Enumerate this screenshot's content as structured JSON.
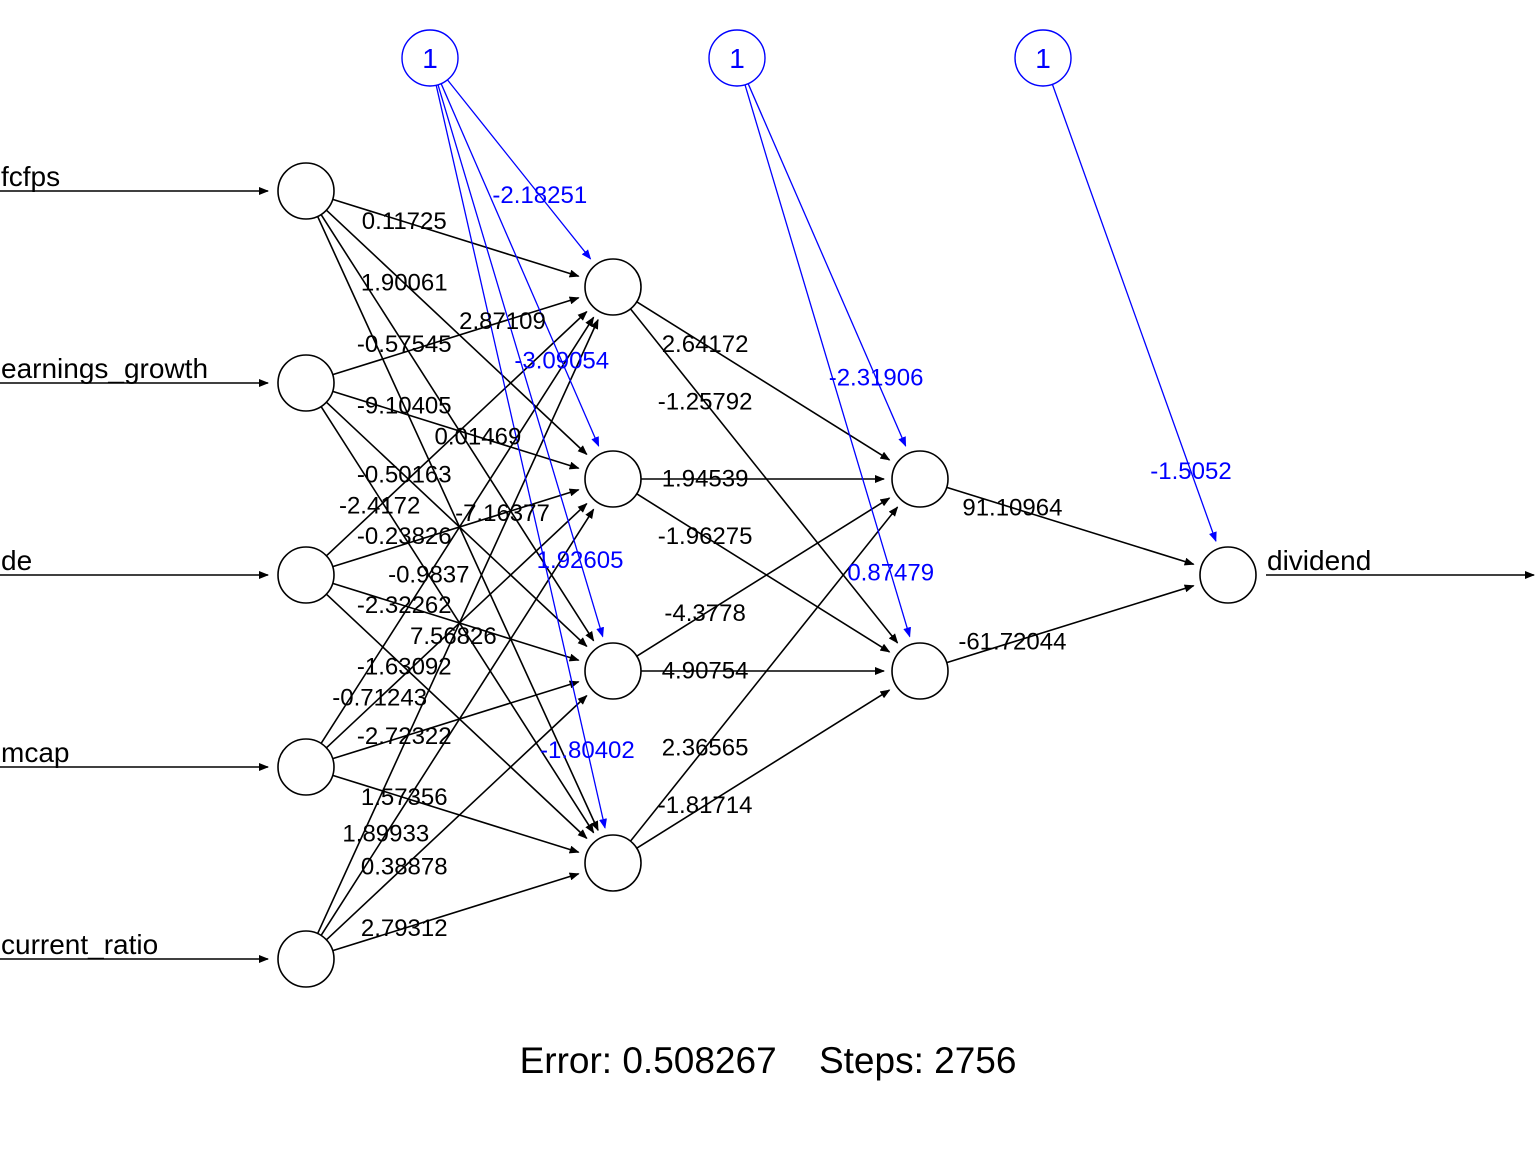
{
  "network": {
    "inputs": [
      "fcfps",
      "earnings_growth",
      "de",
      "mcap",
      "current_ratio"
    ],
    "output": "dividend",
    "bias_label": "1",
    "hidden_layers": [
      4,
      2
    ],
    "weights_input_hidden1": [
      [
        "0.11725",
        "1.90061",
        "-0.57545",
        "-9.10405"
      ],
      [
        "2.87109",
        "0.01469",
        "-0.50163",
        "-0.23826"
      ],
      [
        "-2.4172",
        "-7.16377",
        "-2.32262",
        "-1.63092"
      ],
      [
        "-0.9837",
        "-0.71243",
        "-2.72322",
        "1.57356"
      ],
      [
        "7.56826",
        "1.89933",
        "0.38878",
        "2.79312"
      ]
    ],
    "bias_hidden1": [
      "-2.18251",
      "-3.09054",
      "1.92605",
      "-1.80402"
    ],
    "weights_hidden1_hidden2": [
      [
        "2.64172",
        "-1.25792"
      ],
      [
        "1.94539",
        "-1.96275"
      ],
      [
        "-4.3778",
        "4.90754"
      ],
      [
        "2.36565",
        "-1.81714"
      ]
    ],
    "bias_hidden2": [
      "-2.31906",
      "0.87479"
    ],
    "weights_hidden2_output": [
      "91.10964",
      "-61.72044"
    ],
    "bias_output": "-1.5052"
  },
  "colors": {
    "weights": "#000000",
    "bias": "#0000ff"
  },
  "footer": {
    "error": "Error: 0.508267",
    "steps": "Steps: 2756"
  }
}
